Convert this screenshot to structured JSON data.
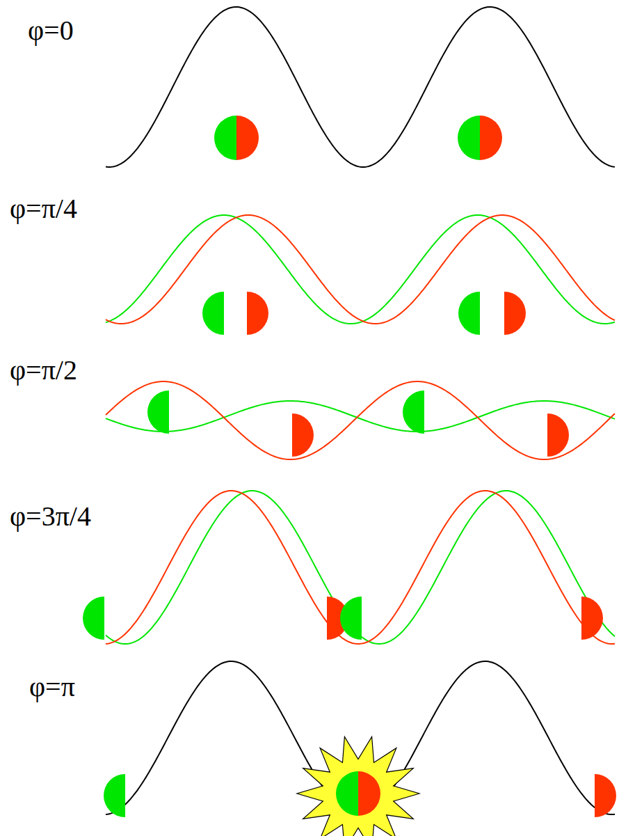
{
  "diagram": {
    "labels": [
      "φ=0",
      "φ=π/4",
      "φ=π/2",
      "φ=3π/4",
      "φ=π"
    ]
  }
}
